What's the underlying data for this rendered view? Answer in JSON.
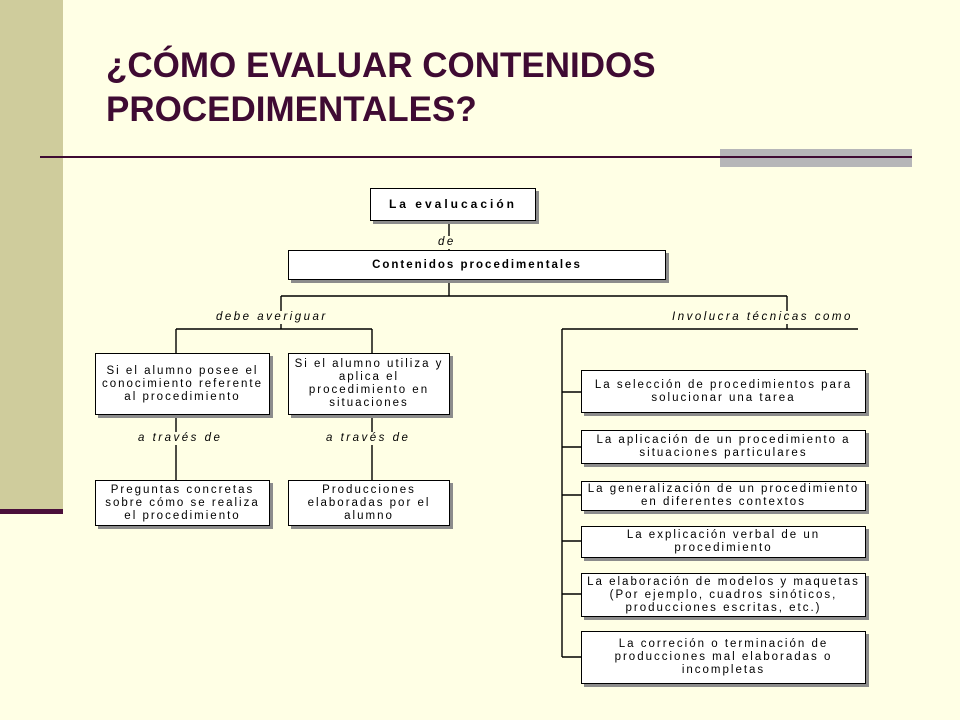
{
  "slide": {
    "title_line1": "¿CÓMO EVALUAR CONTENIDOS",
    "title_line2": "PROCEDIMENTALES?"
  },
  "diagram": {
    "root": "La evalucación",
    "link_de": "de",
    "content": "Contenidos procedimentales",
    "link_debe_averiguar": "debe averiguar",
    "link_involucra": "Involucra técnicas como",
    "left_branch": {
      "q1": "Si el alumno posee el conocimiento referente al procedimiento",
      "q2": "Si el alumno utiliza y aplica el procedimiento en situaciones",
      "link_via1": "a través de",
      "link_via2": "a través de",
      "r1": "Preguntas concretas sobre cómo se realiza el procedimiento",
      "r2": "Producciones elaboradas por el alumno"
    },
    "techniques": [
      "La selección de procedimientos para solucionar una tarea",
      "La aplicación de un procedimiento a situaciones particulares",
      "La generalización de un procedimiento en diferentes contextos",
      "La explicación verbal de un procedimiento",
      "La elaboración de modelos y maquetas (Por ejemplo, cuadros sinóticos, producciones escritas, etc.)",
      "La correción o terminación de producciones mal elaboradas o incompletas"
    ]
  }
}
